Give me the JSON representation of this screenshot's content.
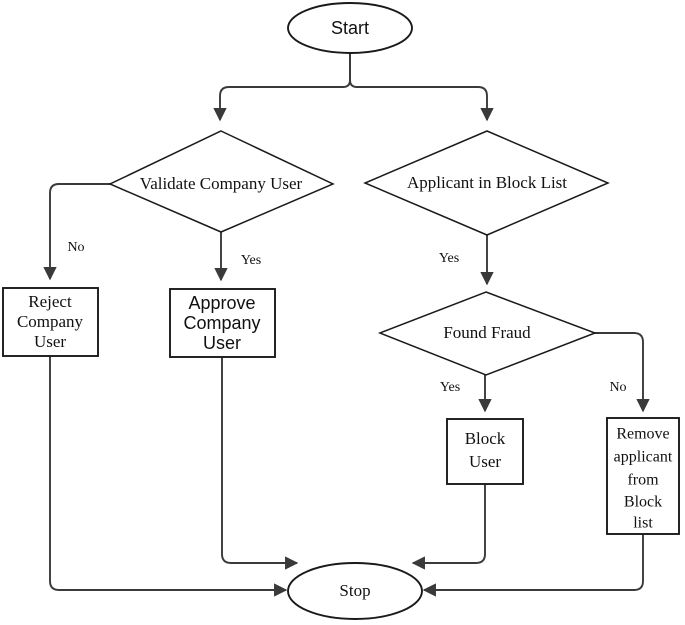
{
  "diagram": {
    "title": "Applicant and Company User Validation Flowchart",
    "type": "flowchart",
    "colors": {
      "background": "#ffffff",
      "shape_stroke": "#1a1a1a",
      "shape_fill": "#ffffff",
      "link_stroke": "#3a3a3a",
      "text": "#111111"
    },
    "nodes": [
      {
        "id": "start",
        "shape": "ellipse",
        "label": "Start",
        "font": "sans"
      },
      {
        "id": "validate",
        "shape": "diamond",
        "label": "Validate Company User",
        "font": "serif"
      },
      {
        "id": "applicant",
        "shape": "diamond",
        "label": "Applicant in Block List",
        "font": "serif"
      },
      {
        "id": "reject",
        "shape": "rectangle",
        "label_lines": [
          "Reject",
          "Company",
          "User"
        ],
        "font": "serif"
      },
      {
        "id": "approve",
        "shape": "rectangle",
        "label_lines": [
          "Approve",
          "Company",
          "User"
        ],
        "font": "sans"
      },
      {
        "id": "fraud",
        "shape": "diamond",
        "label": "Found Fraud",
        "font": "serif"
      },
      {
        "id": "block",
        "shape": "rectangle",
        "label_lines": [
          "Block",
          "User"
        ],
        "font": "serif"
      },
      {
        "id": "remove",
        "shape": "rectangle",
        "label_lines": [
          "Remove",
          "applicant",
          "from",
          "Block",
          "list"
        ],
        "font": "serif"
      },
      {
        "id": "stop",
        "shape": "ellipse",
        "label": "Stop",
        "font": "serif"
      }
    ],
    "edges": [
      {
        "from": "start",
        "to": "validate",
        "label": ""
      },
      {
        "from": "start",
        "to": "applicant",
        "label": ""
      },
      {
        "from": "validate",
        "to": "reject",
        "label": "No"
      },
      {
        "from": "validate",
        "to": "approve",
        "label": "Yes"
      },
      {
        "from": "applicant",
        "to": "fraud",
        "label": "Yes"
      },
      {
        "from": "fraud",
        "to": "block",
        "label": "Yes"
      },
      {
        "from": "fraud",
        "to": "remove",
        "label": "No"
      },
      {
        "from": "reject",
        "to": "stop",
        "label": ""
      },
      {
        "from": "approve",
        "to": "stop",
        "label": ""
      },
      {
        "from": "block",
        "to": "stop",
        "label": ""
      },
      {
        "from": "remove",
        "to": "stop",
        "label": ""
      }
    ],
    "labels": {
      "start": "Start",
      "validate": "Validate Company User",
      "applicant": "Applicant in Block List",
      "reject_1": "Reject",
      "reject_2": "Company",
      "reject_3": "User",
      "approve_1": "Approve",
      "approve_2": "Company",
      "approve_3": "User",
      "fraud": "Found Fraud",
      "block_1": "Block",
      "block_2": "User",
      "remove_1": "Remove",
      "remove_2": "applicant",
      "remove_3": "from",
      "remove_4": "Block",
      "remove_5": "list",
      "stop": "Stop",
      "edge_validate_no": "No",
      "edge_validate_yes": "Yes",
      "edge_applicant_yes": "Yes",
      "edge_fraud_yes": "Yes",
      "edge_fraud_no": "No"
    }
  }
}
